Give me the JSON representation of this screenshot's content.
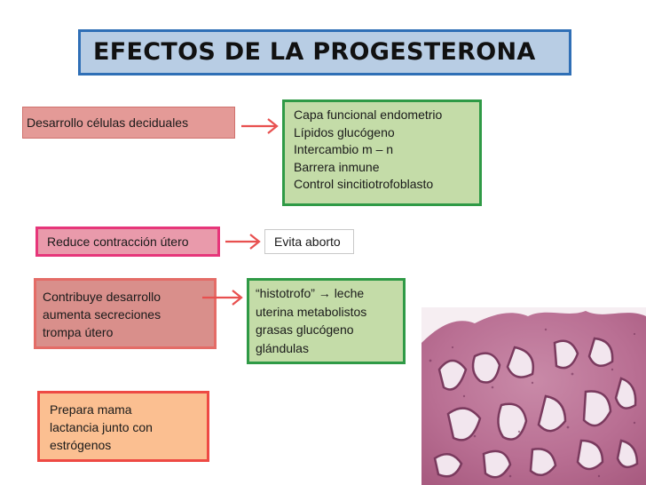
{
  "title": "EFECTOS DE LA PROGESTERONA",
  "effects": [
    {
      "cause": "Desarrollo células deciduales",
      "result_lines": [
        "Capa funcional endometrio",
        "Lípidos glucógeno",
        "Intercambio m – n",
        "Barrera inmune",
        "Control sincitiotrofoblasto"
      ]
    },
    {
      "cause": "Reduce contracción útero",
      "result_lines": [
        "Evita aborto"
      ]
    },
    {
      "cause_lines": [
        "Contribuye desarrollo",
        "aumenta secreciones",
        "trompa útero"
      ],
      "result_lines": [
        "“histotrofo” → leche",
        "uterina metabolistos",
        "grasas glucógeno",
        "glándulas"
      ]
    },
    {
      "cause_lines": [
        "Prepara mama",
        "lactancia junto con",
        "estrógenos"
      ]
    }
  ],
  "colors": {
    "arrow": "#e8504f",
    "title_border": "#2f6fb6",
    "green_border": "#2f9a46",
    "pink_border": "#e6367a"
  },
  "image_icon": "histology-endometrium-image"
}
